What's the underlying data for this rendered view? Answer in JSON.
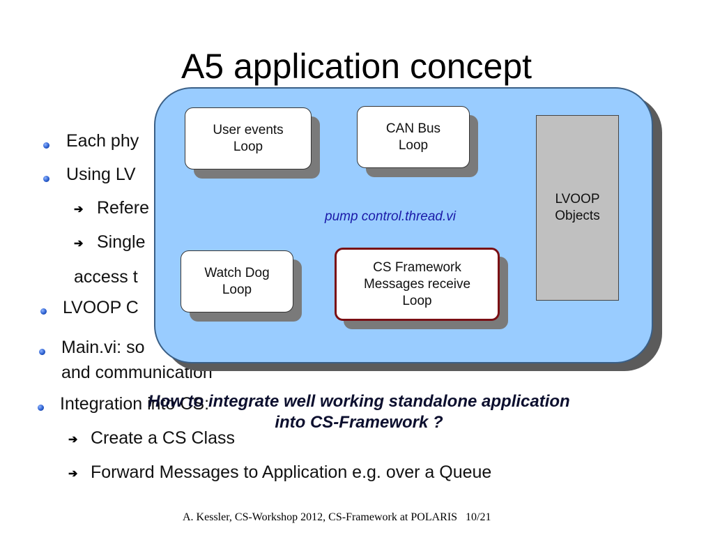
{
  "slide": {
    "title": "A5 application concept",
    "bullets": [
      {
        "text": "Each phy"
      },
      {
        "text": "Using LV"
      },
      {
        "text": "Refere"
      },
      {
        "text": "Single"
      },
      {
        "text": "access t"
      },
      {
        "text": "LVOOP C"
      },
      {
        "text": "Main.vi: so"
      },
      {
        "text": "and communication"
      },
      {
        "text": "Integration into CS:"
      },
      {
        "text": "Create a CS Class"
      },
      {
        "text": "Forward Messages to Application e.g. over a Queue"
      }
    ],
    "question": {
      "line1": "How to integrate well working standalone application",
      "line2": "into CS-Framework ?"
    },
    "footer": "A. Kessler, CS-Workshop 2012, CS-Framework at POLARIS   10/21"
  },
  "diagram": {
    "center_label": "pump control.thread.vi",
    "boxes": {
      "user_events": "User events\nLoop",
      "can_bus": "CAN Bus\nLoop",
      "watch_dog": "Watch Dog\nLoop",
      "cs_framework": "CS Framework\nMessages receive\nLoop",
      "lvoop": "LVOOP\nObjects"
    },
    "colors": {
      "panel_fill": "#99ccff",
      "highlight_border": "#7a0f14",
      "lvoop_fill": "#c0c0c0"
    }
  },
  "icons": {
    "bullet": "blue-sphere-bullet-icon",
    "sub_bullet": "arrow-right-icon"
  }
}
